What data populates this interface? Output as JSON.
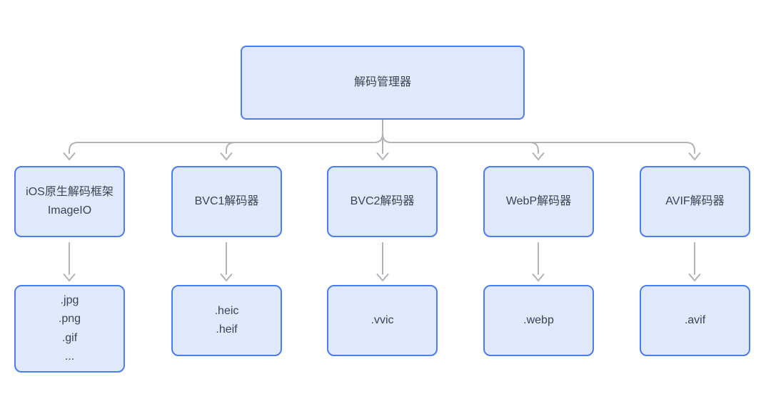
{
  "diagram": {
    "root_label": "解码管理器",
    "columns": [
      {
        "decoder": "iOS原生解码框架ImageIO",
        "formats": [
          ".jpg",
          ".png",
          ".gif",
          "..."
        ]
      },
      {
        "decoder": "BVC1解码器",
        "formats": [
          ".heic",
          ".heif"
        ]
      },
      {
        "decoder": "BVC2解码器",
        "formats": [
          ".vvic"
        ]
      },
      {
        "decoder": "WebP解码器",
        "formats": [
          ".webp"
        ]
      },
      {
        "decoder": "AVIF解码器",
        "formats": [
          ".avif"
        ]
      }
    ],
    "colors": {
      "node_fill": "#dfe8fd",
      "node_border": "#4a7cf3",
      "node_text": "#3d4450",
      "arrow": "#b0b3b9",
      "background": "#ffffff"
    }
  }
}
